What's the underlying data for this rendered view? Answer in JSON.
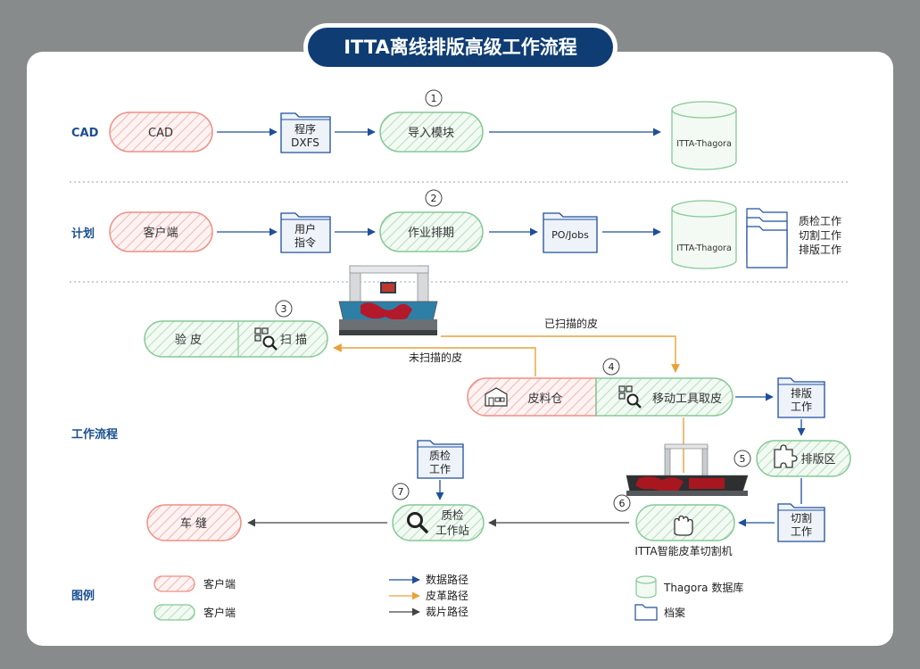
{
  "title": "ITTA离线排版高级工作流程",
  "rows": {
    "cad": "CAD",
    "plan": "计划",
    "workflow": "工作流程",
    "legend": "图例"
  },
  "nodes": {
    "cad_pill": "CAD",
    "program_dxfs": [
      "程序",
      "DXFS"
    ],
    "import_module": "导入模块",
    "db1": "ITTA-Thagora",
    "customer_pill": "客户端",
    "user_command": [
      "用户",
      "指令"
    ],
    "job_schedule": "作业排期",
    "po_jobs": "PO/Jobs",
    "db2": "ITTA-Thagora",
    "work_stack": [
      "质检工作",
      "切割工作",
      "排版工作"
    ],
    "inspect_leather": "验 皮",
    "scan": "扫 描",
    "leather_warehouse": "皮料仓",
    "mobile_tool": "移动工具取皮",
    "nesting_job": [
      "排版",
      "工作"
    ],
    "nesting_area": "排版区",
    "cutting_job": [
      "切割",
      "工作"
    ],
    "cutter_label": "ITTA智能皮革切割机",
    "qc_job": [
      "质检",
      "工作"
    ],
    "qc_station": [
      "质检",
      "工作站"
    ],
    "sewing": "车 缝"
  },
  "step_numbers": [
    "1",
    "2",
    "3",
    "4",
    "5",
    "6",
    "7"
  ],
  "flow_labels": {
    "scanned": "已扫描的皮",
    "unscanned": "未扫描的皮"
  },
  "legend": {
    "customer_red": "客户端",
    "customer_green": "客户端",
    "data_path": "数据路径",
    "leather_path": "皮革路径",
    "cut_path": "裁片路径",
    "database": "Thagora 数据库",
    "archive": "档案"
  },
  "colors": {
    "background": "#888b8c",
    "panel": "#ffffff",
    "title_bg": "#0f3d73",
    "row_label": "#1a4f8f",
    "blue_arrow": "#1f4f9a",
    "orange_arrow": "#e8a23a",
    "dark_arrow": "#444444",
    "red_stroke": "#ee8f86",
    "green_stroke": "#86c896",
    "green_dark": "#4e9a64"
  }
}
